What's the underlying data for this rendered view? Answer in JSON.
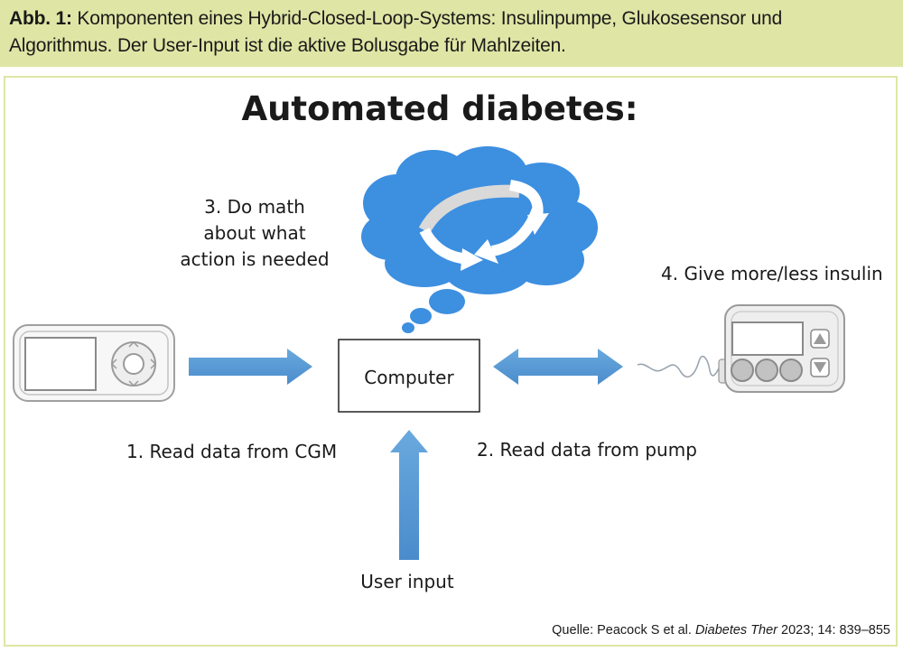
{
  "caption": {
    "label": "Abb. 1:",
    "line1": "Komponenten eines Hybrid-Closed-Loop-Systems: Insulinpumpe, Glukosesensor und",
    "line2": "Algorithmus. Der User-Input ist die aktive Bolusgabe für Mahlzeiten."
  },
  "diagram": {
    "title": "Automated diabetes:",
    "step3": [
      "3. Do math",
      "about what",
      "action is needed"
    ],
    "step4": "4. Give more/less insulin",
    "computer": "Computer",
    "step1": "1. Read data from CGM",
    "step2": "2. Read data from pump",
    "user_input": "User input",
    "colors": {
      "arrow": "#5b9bd5",
      "cloud": "#3d8fe0",
      "caption_bg": "#dfe6a5"
    }
  },
  "source": {
    "prefix": "Quelle: Peacock S et al. ",
    "journal": "Diabetes Ther",
    "suffix": " 2023; 14: 839–855"
  }
}
